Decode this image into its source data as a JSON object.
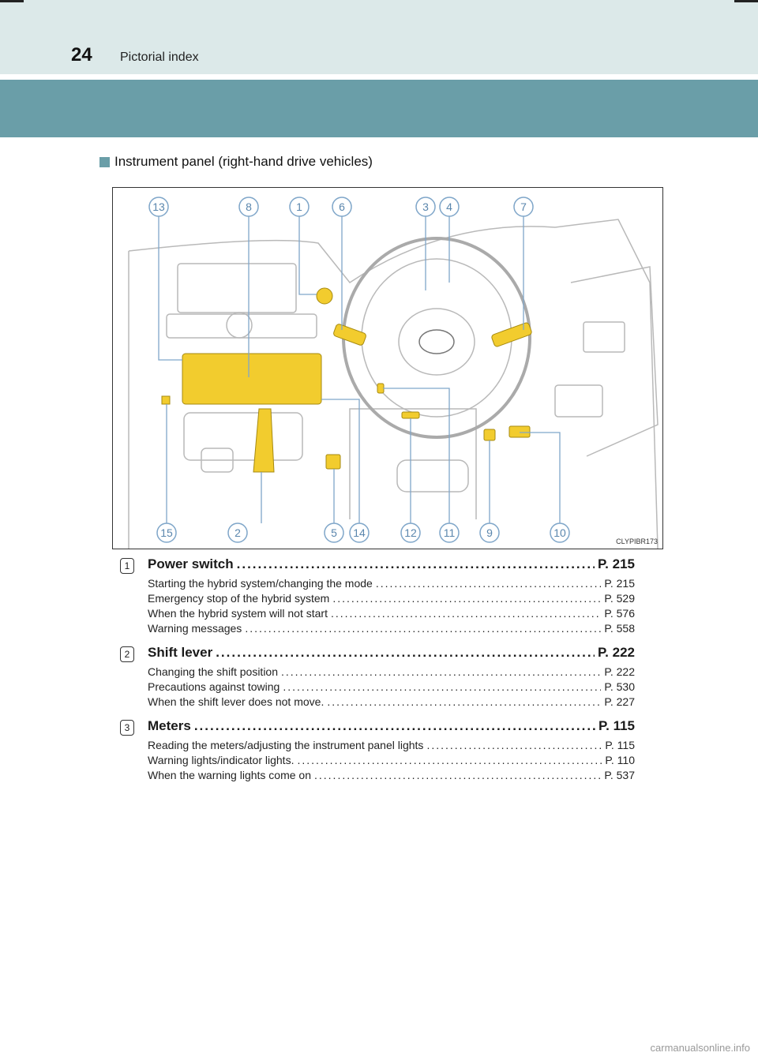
{
  "header": {
    "page_number": "24",
    "title": "Pictorial index"
  },
  "section_heading": "Instrument panel (right-hand drive vehicles)",
  "illustration": {
    "image_code": "CLYPIBR173",
    "callouts_top": [
      "13",
      "8",
      "1",
      "6",
      "3",
      "4",
      "7"
    ],
    "callouts_bottom": [
      "15",
      "2",
      "5",
      "14",
      "12",
      "11",
      "9",
      "10"
    ],
    "highlight_color": "#f2cc2e",
    "line_color": "#7fa6c9"
  },
  "entries": [
    {
      "number": "1",
      "title": "Power switch",
      "ref": "P. 215",
      "items": [
        {
          "text": "Starting the hybrid system/changing the mode",
          "ref": "P. 215"
        },
        {
          "text": "Emergency stop of the hybrid system",
          "ref": "P. 529"
        },
        {
          "text": "When the hybrid system will not start",
          "ref": "P. 576"
        },
        {
          "text": "Warning messages",
          "ref": "P. 558"
        }
      ]
    },
    {
      "number": "2",
      "title": "Shift lever",
      "ref": "P. 222",
      "items": [
        {
          "text": "Changing the shift position",
          "ref": "P. 222"
        },
        {
          "text": "Precautions against towing",
          "ref": "P. 530"
        },
        {
          "text": "When the shift lever does not move.",
          "ref": "P. 227"
        }
      ]
    },
    {
      "number": "3",
      "title": "Meters",
      "ref": "P. 115",
      "items": [
        {
          "text": "Reading the meters/adjusting the instrument panel lights",
          "ref": "P. 115"
        },
        {
          "text": "Warning lights/indicator lights.",
          "ref": "P. 110"
        },
        {
          "text": "When the warning lights come on",
          "ref": "P. 537"
        }
      ]
    }
  ],
  "footer": {
    "watermark": "carmanualsonline.info"
  }
}
